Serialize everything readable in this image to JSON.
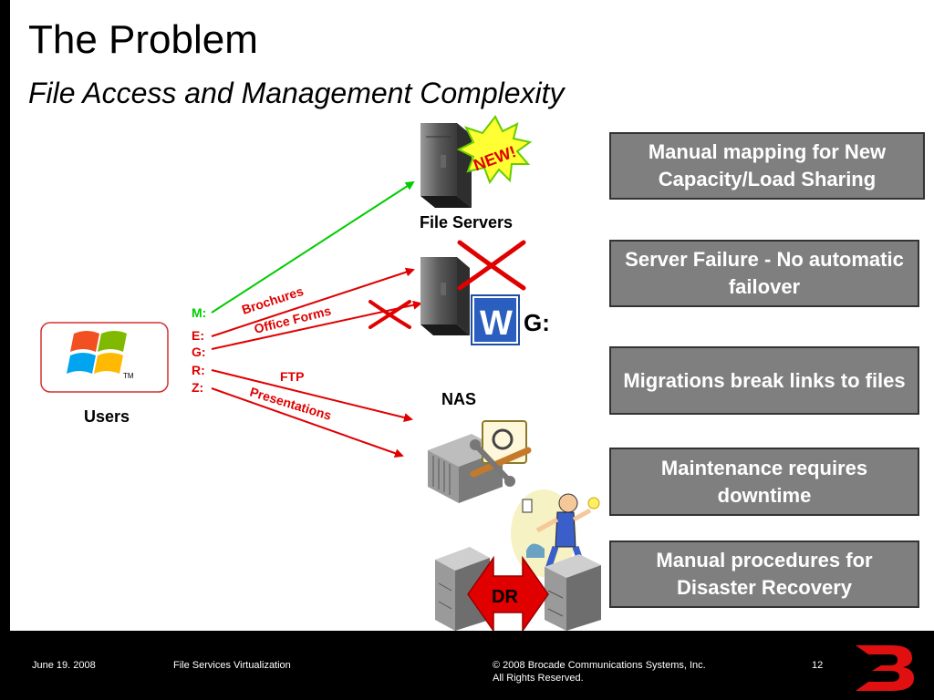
{
  "title": "The Problem",
  "subtitle": "File Access and Management Complexity",
  "labels": {
    "file_servers": "File Servers",
    "nas": "NAS",
    "users": "Users",
    "g_drive": "G:",
    "new_badge": "NEW!",
    "dr": "DR",
    "windows_tm": "TM"
  },
  "drives": [
    "M:",
    "E:",
    "G:",
    "R:",
    "Z:"
  ],
  "arrows": {
    "brochures": "Brochures",
    "office_forms": "Office Forms",
    "ftp": "FTP",
    "presentations": "Presentations"
  },
  "problems": [
    "Manual mapping for New Capacity/Load Sharing",
    "Server Failure - No automatic failover",
    "Migrations break links to files",
    "Maintenance requires downtime",
    "Manual procedures for Disaster Recovery"
  ],
  "footer": {
    "date": "June 19. 2008",
    "topic": "File Services Virtualization",
    "copyright_line1": "© 2008 Brocade Communications Systems, Inc.",
    "copyright_line2": "All Rights Reserved.",
    "page": "12"
  },
  "colors": {
    "green_arrow": "#00cc00",
    "red_arrow": "#e00000",
    "box_fill": "#7f7f7f",
    "brocade_red": "#e11010"
  }
}
